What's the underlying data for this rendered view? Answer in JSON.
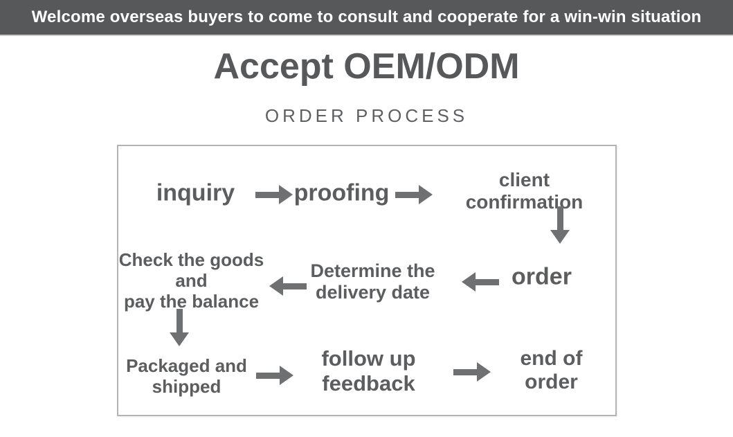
{
  "banner": {
    "text": "Welcome overseas buyers to come to consult and cooperate for a win-win situation"
  },
  "header": {
    "title": "Accept OEM/ODM",
    "subtitle": "ORDER PROCESS"
  },
  "colors": {
    "banner_bg": "#57585a",
    "banner_text": "#ffffff",
    "heading": "#57585a",
    "subtitle": "#5e5f61",
    "flow_text": "#5c5d5f",
    "arrow": "#6f7072",
    "box_border": "#b3b3b3",
    "page_bg": "#ffffff"
  },
  "icons": {
    "arrow_right_icon": "→",
    "arrow_left_icon": "←",
    "arrow_down_icon": "↓"
  },
  "flow": {
    "steps": {
      "inquiry": "inquiry",
      "proofing": "proofing",
      "client_confirmation": "client confirmation",
      "order": "order",
      "determine_delivery": "Determine the\ndelivery date",
      "check_goods_pay_balance": "Check the goods\nand\npay the balance",
      "packaged_shipped": "Packaged and\nshipped",
      "follow_up_feedback": "follow up\nfeedback",
      "end_of_order": "end of order"
    },
    "sequence": [
      "inquiry",
      "proofing",
      "client confirmation",
      "order",
      "Determine the delivery date",
      "Check the goods and pay the balance",
      "Packaged and shipped",
      "follow up feedback",
      "end of order"
    ]
  }
}
